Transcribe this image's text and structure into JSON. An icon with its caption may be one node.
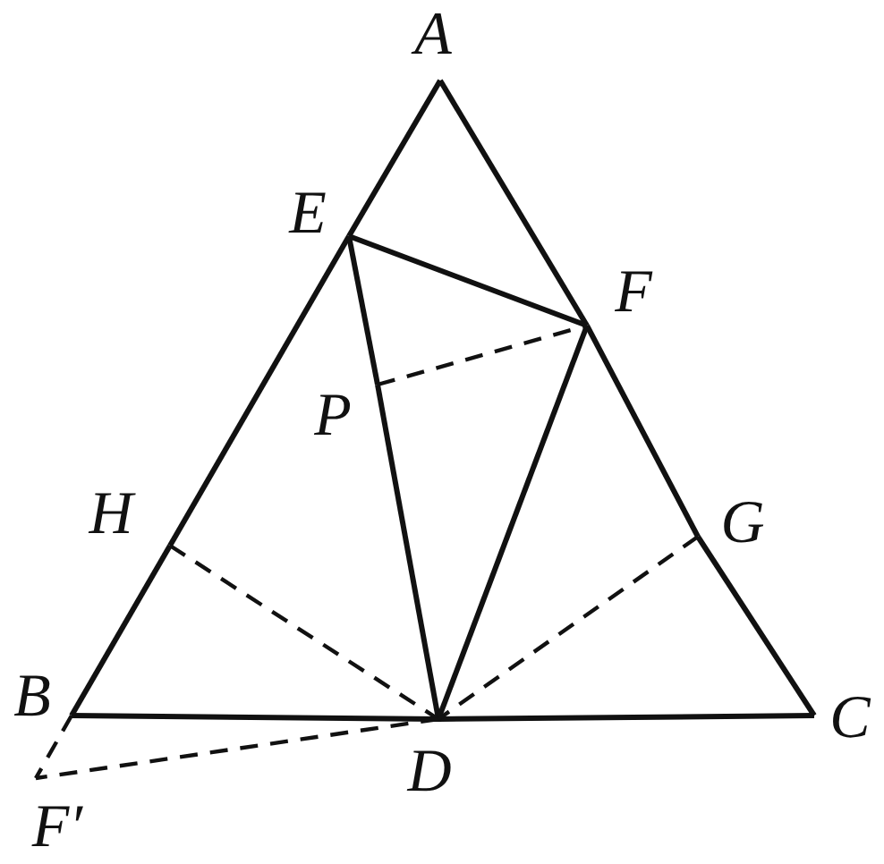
{
  "diagram": {
    "nodes": [
      {
        "text": [
          "A"
        ]
      },
      {
        "text": [
          "E"
        ]
      },
      {
        "text": [
          "F"
        ]
      },
      {
        "text": [
          "P"
        ]
      },
      {
        "text": [
          "H"
        ]
      },
      {
        "text": [
          "G"
        ]
      },
      {
        "text": [
          "B"
        ]
      },
      {
        "text": [
          "D"
        ]
      },
      {
        "text": [
          "C"
        ]
      },
      {
        "text": [
          "F′"
        ]
      }
    ],
    "edges": [
      {
        "from": 0,
        "to": 1,
        "arrow": "none"
      },
      {
        "from": 1,
        "to": 4,
        "arrow": "none"
      },
      {
        "from": 4,
        "to": 6,
        "arrow": "none"
      },
      {
        "from": 0,
        "to": 2,
        "arrow": "none"
      },
      {
        "from": 2,
        "to": 5,
        "arrow": "none"
      },
      {
        "from": 5,
        "to": 8,
        "arrow": "none"
      },
      {
        "from": 6,
        "to": 7,
        "arrow": "none"
      },
      {
        "from": 7,
        "to": 8,
        "arrow": "none"
      },
      {
        "from": 1,
        "to": 2,
        "arrow": "none"
      },
      {
        "from": 1,
        "to": 3,
        "arrow": "none"
      },
      {
        "from": 3,
        "to": 7,
        "arrow": "none"
      },
      {
        "from": 2,
        "to": 7,
        "arrow": "none"
      },
      {
        "from": 3,
        "to": 2,
        "arrow": "none",
        "style": "dashed"
      },
      {
        "from": 4,
        "to": 7,
        "arrow": "none",
        "style": "dashed"
      },
      {
        "from": 5,
        "to": 7,
        "arrow": "none",
        "style": "dashed"
      },
      {
        "from": 7,
        "to": 9,
        "arrow": "none",
        "style": "dashed"
      },
      {
        "from": 6,
        "to": 9,
        "arrow": "none",
        "style": "dashed"
      }
    ]
  }
}
